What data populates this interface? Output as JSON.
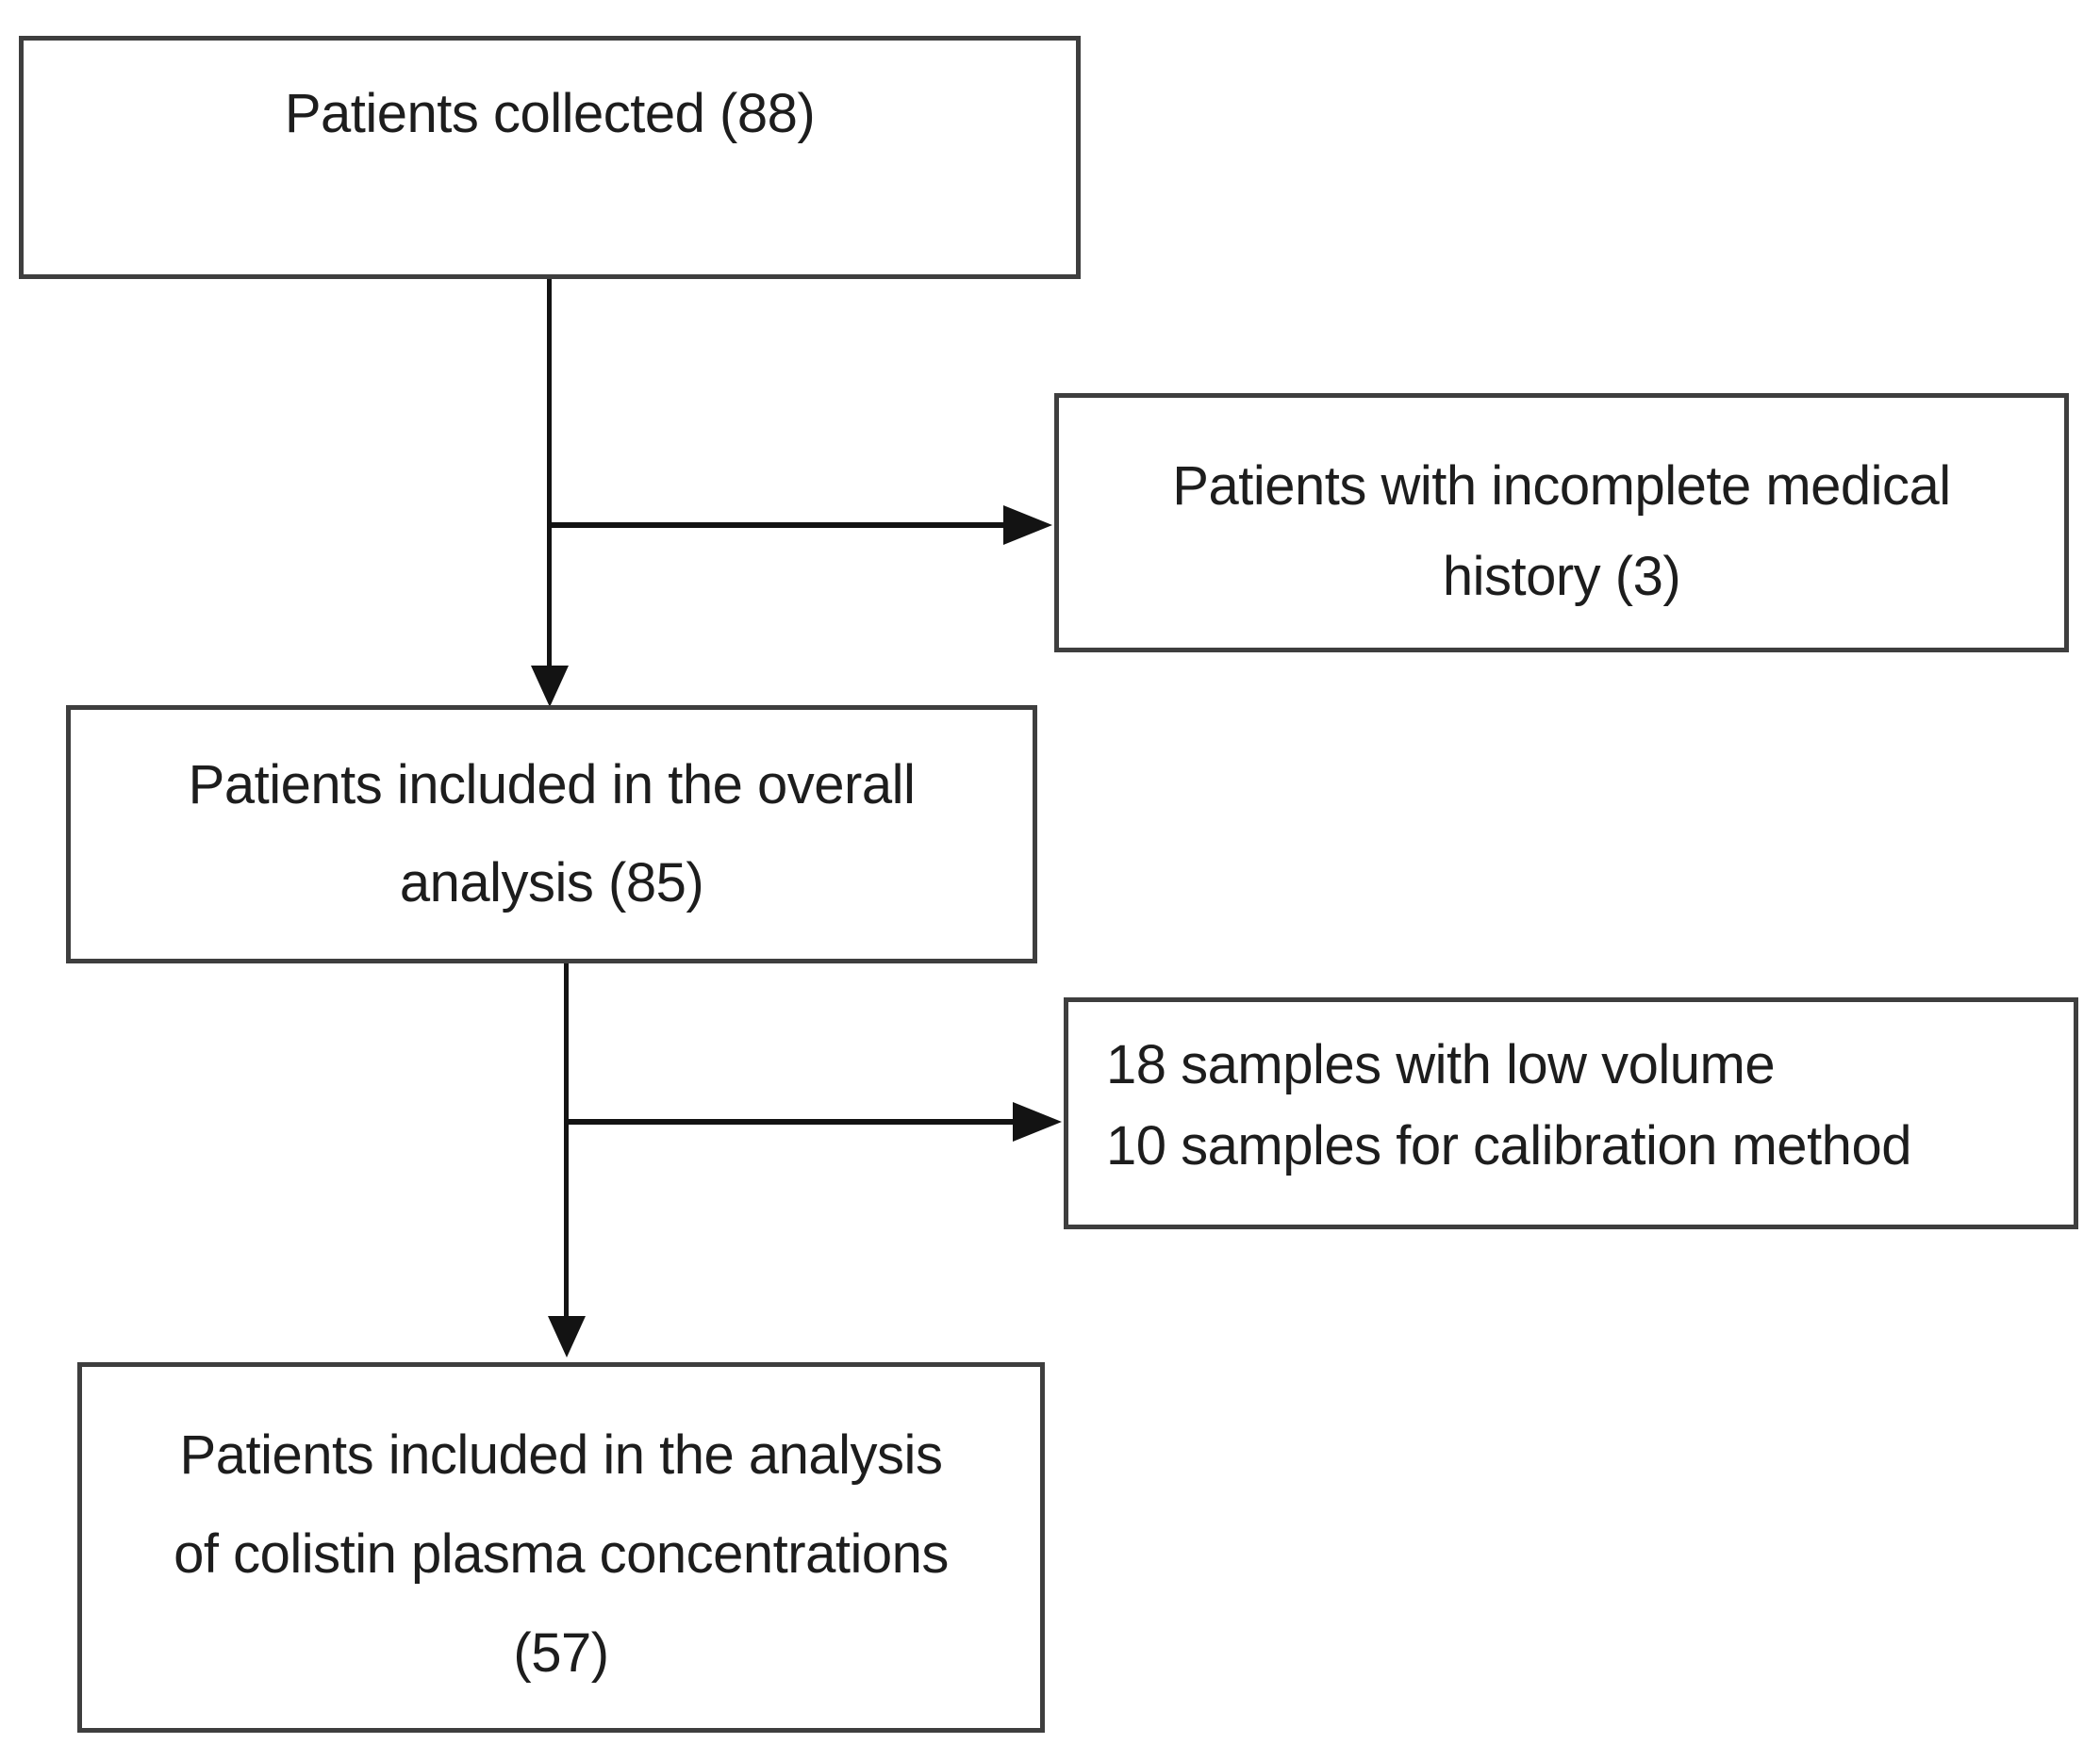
{
  "colors": {
    "background": "#ffffff",
    "box_border": "#3e3e3e",
    "text": "#1d1d1d",
    "connector": "#131313"
  },
  "nodes": {
    "collected": {
      "label": "Patients collected (88)"
    },
    "incomplete_history": {
      "lines": [
        "Patients with incomplete medical",
        "history (3)"
      ]
    },
    "overall_analysis": {
      "lines": [
        "Patients included in the overall",
        "analysis (85)"
      ]
    },
    "excluded_samples": {
      "lines": [
        "18 samples with low volume",
        "10 samples for calibration method"
      ]
    },
    "plasma_analysis": {
      "lines": [
        "Patients included in the analysis",
        "of colistin plasma concentrations",
        "(57)"
      ]
    }
  }
}
